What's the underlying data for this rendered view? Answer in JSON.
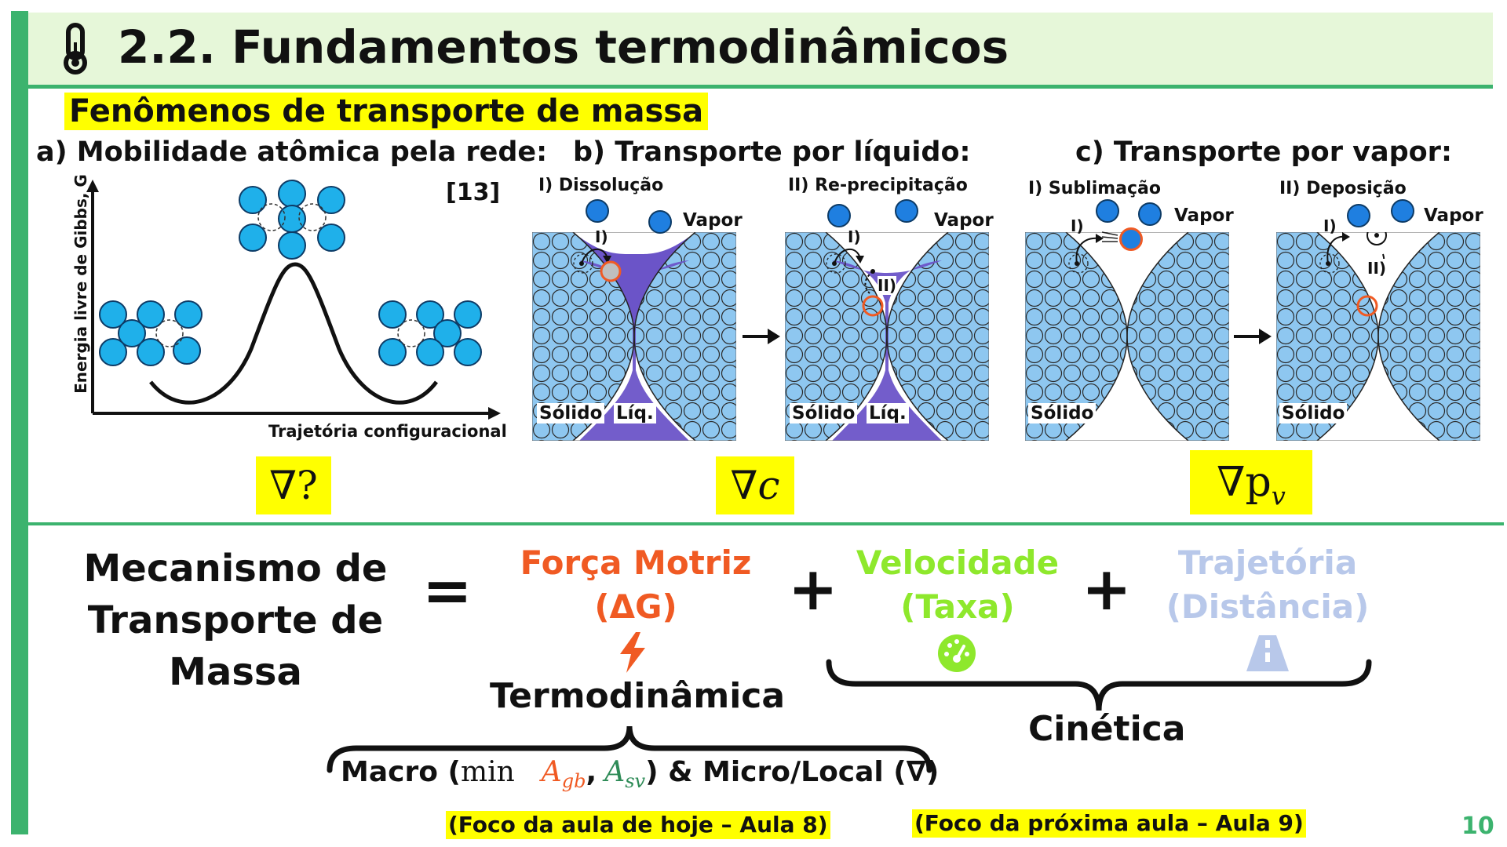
{
  "header": {
    "title": "2.2. Fundamentos termodinâmicos",
    "icon": "thermometer-icon",
    "bg_color": "#e6f7d9",
    "accent_color": "#3cb36e"
  },
  "section_title": "Fenômenos de transporte de massa",
  "panel_a": {
    "title": "a) Mobilidade atômica pela rede:",
    "ref": "[13]",
    "ylabel": "Energia livre de Gibbs, G",
    "xlabel": "Trajetória configuracional",
    "gradient": "∇?"
  },
  "panel_b": {
    "title": "b) Transporte por líquido:",
    "step1": "I) Dissolução",
    "step2": "II) Re-precipitação",
    "vapor": "Vapor",
    "solid": "Sólido",
    "liquid": "Líq.",
    "mark1": "I)",
    "mark2": "II)",
    "gradient": "∇c"
  },
  "panel_c": {
    "title": "c) Transporte por vapor:",
    "step1": "I) Sublimação",
    "step2": "II) Deposição",
    "vapor": "Vapor",
    "solid": "Sólido",
    "mark1": "I)",
    "mark2": "II)",
    "gradient_main": "∇p",
    "gradient_sub": "v"
  },
  "equation": {
    "lhs": [
      "Mecanismo de",
      "Transporte de",
      "Massa"
    ],
    "equals": "=",
    "plus": "+",
    "term1": {
      "line1": "Força Motriz",
      "line2": "(ΔG)",
      "color": "#f05a23",
      "icon": "lightning-icon"
    },
    "term2": {
      "line1": "Velocidade",
      "line2": "(Taxa)",
      "color": "#8ee82c",
      "icon": "speedometer-icon"
    },
    "term3": {
      "line1": "Trajetória",
      "line2": "(Distância)",
      "color": "#b8c8ea",
      "icon": "road-icon"
    },
    "thermo_label": "Termodinâmica",
    "kinetic_label": "Cinética",
    "macro_prefix": "Macro (",
    "macro_min": "min",
    "macro_agb_base": "A",
    "macro_agb_sub": "gb",
    "macro_comma": ",",
    "macro_asv_base": "A",
    "macro_asv_sub": "sv",
    "macro_suffix": ") & Micro/Local (∇)",
    "note_today": "(Foco da aula de hoje – Aula 8)",
    "note_next": "(Foco da próxima aula – Aula 9)"
  },
  "page_number": "10"
}
